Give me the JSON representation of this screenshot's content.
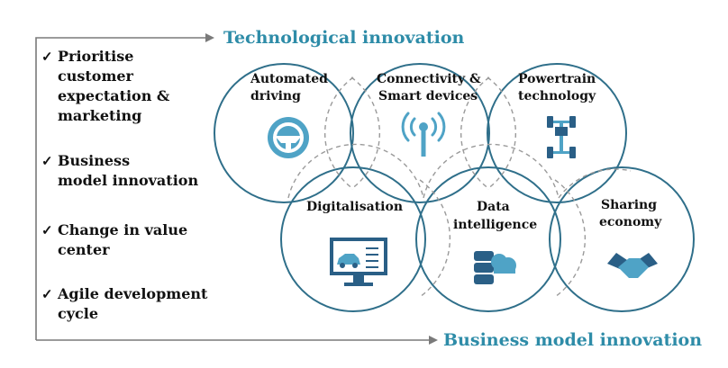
{
  "top_axis_label": "Technological innovation",
  "bottom_axis_label": "Business model innovation",
  "colors": {
    "accent": "#2e8ca8",
    "circle_stroke": "#2f6f8a",
    "dashed_stroke": "#8a8a8a",
    "arrow": "#7a7a7a",
    "icon_light": "#4fa3c6",
    "icon_dark": "#2a5f86"
  },
  "checklist": [
    {
      "mark": "✓",
      "text": "Prioritise\ncustomer\nexpectation &\nmarketing"
    },
    {
      "mark": "✓",
      "text": "Business\nmodel innovation"
    },
    {
      "mark": "✓",
      "text": "Change in value\ncenter"
    },
    {
      "mark": "✓",
      "text": "Agile development\ncycle"
    }
  ],
  "circles": [
    {
      "label": "Automated\ndriving",
      "icon": "steering-wheel-icon"
    },
    {
      "label": "Connectivity &\nSmart devices",
      "icon": "antenna-signal-icon"
    },
    {
      "label": "Powertrain\ntechnology",
      "icon": "drivetrain-chassis-icon"
    },
    {
      "label": "Digitalisation",
      "icon": "monitor-car-icon"
    },
    {
      "label": "Data\nintelligence",
      "icon": "database-cloud-icon"
    },
    {
      "label": "Sharing\neconomy",
      "icon": "handshake-icon"
    }
  ]
}
